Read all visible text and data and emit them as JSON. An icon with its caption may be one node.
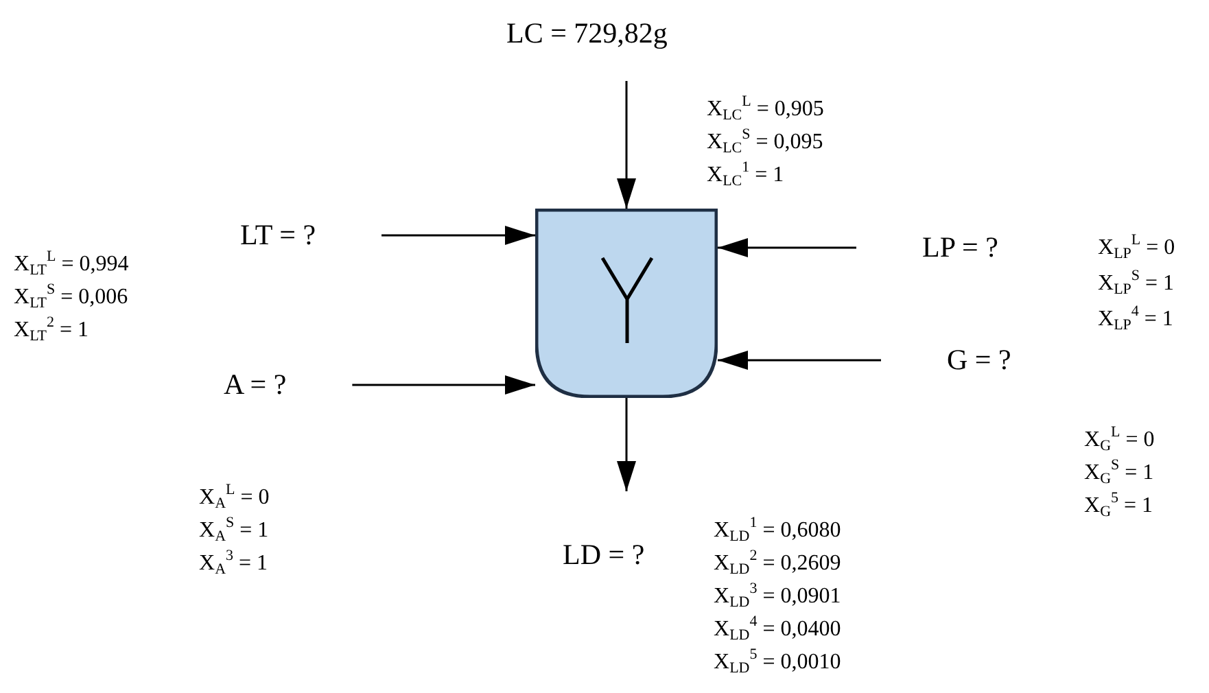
{
  "diagram": {
    "nodes": [
      {
        "text": [],
        "shape": "box"
      },
      {
        "text": [
          "LC = 729,82g"
        ],
        "beside": [
          "X$_{LC}$$^{L}$ = 0,905",
          "X$_{LC}$$^{S}$ = 0,095",
          "X$_{LC}$$^{1}$ = 1"
        ]
      },
      {
        "text": [
          "LT = ?"
        ],
        "beside": [
          "X$_{LT}$$^{L}$ = 0,994",
          "X$_{LT}$$^{S}$ = 0,006",
          "X$_{LT}$$^{2}$ = 1"
        ]
      },
      {
        "text": [
          "LP = ?"
        ],
        "beside": [
          "X$_{LP}$$^{L}$ = 0",
          "X$_{LP}$$^{S}$ = 1",
          "X$_{LP}$$^{4}$ = 1"
        ]
      },
      {
        "text": [
          "A = ?"
        ],
        "beside": [
          "X$_{A}$$^{L}$ = 0",
          "X$_{A}$$^{S}$ = 1",
          "X$_{A}$$^{3}$ = 1"
        ]
      },
      {
        "text": [
          "G = ?"
        ],
        "beside": [
          "X$_{G}$$^{L}$ = 0",
          "X$_{G}$$^{S}$ = 1",
          "X$_{G}$$^{5}$ = 1"
        ]
      },
      {
        "text": [
          "LD = ?"
        ],
        "beside": [
          "X$_{LD}$$^{1}$ = 0,6080",
          "X$_{LD}$$^{2}$ = 0,2609",
          "X$_{LD}$$^{3}$ = 0,0901",
          "X$_{LD}$$^{4}$ = 0,0400",
          "X$_{LD}$$^{5}$ = 0,0010"
        ]
      }
    ],
    "edges": [
      {
        "from": 1,
        "to": 0,
        "arrow": "to"
      },
      {
        "from": 2,
        "to": 0,
        "arrow": "to"
      },
      {
        "from": 4,
        "to": 0,
        "arrow": "to"
      },
      {
        "from": 3,
        "to": 0,
        "arrow": "to"
      },
      {
        "from": 5,
        "to": 0,
        "arrow": "to"
      },
      {
        "from": 0,
        "to": 6,
        "arrow": "to"
      }
    ]
  }
}
